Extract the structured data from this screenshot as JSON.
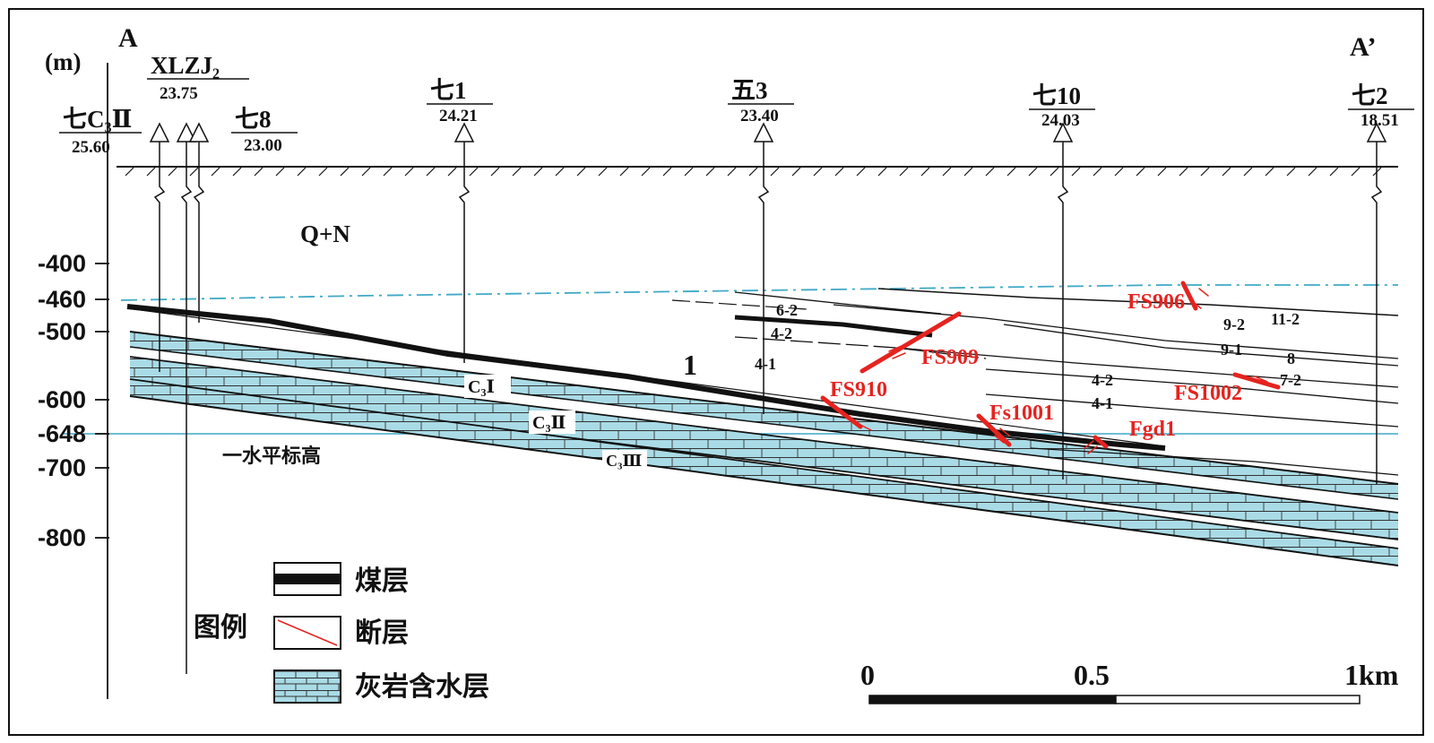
{
  "section": {
    "end_left": "A",
    "end_right": "A’",
    "unit": "(m)",
    "formation": "Q+N",
    "level_marker": "一水平标高",
    "main_seam": "1"
  },
  "depth_ticks": [
    "-400",
    "-460",
    "-500",
    "-600",
    "-648",
    "-700",
    "-800"
  ],
  "boreholes": [
    {
      "name": "七C₃Ⅱ",
      "elev": "25.60"
    },
    {
      "name": "XLZJ₂",
      "elev": "23.75"
    },
    {
      "name": "七8",
      "elev": "23.00"
    },
    {
      "name": "七1",
      "elev": "24.21"
    },
    {
      "name": "五3",
      "elev": "23.40"
    },
    {
      "name": "七10",
      "elev": "24.03"
    },
    {
      "name": "七2",
      "elev": "18.51"
    }
  ],
  "aquifers": [
    "C₃Ⅰ",
    "C₃Ⅱ",
    "C₃Ⅲ"
  ],
  "seam_labels": [
    "6-2",
    "4-2",
    "4-1",
    "9-2",
    "11-2",
    "9-1",
    "8",
    "4-2",
    "4-1",
    "7-2"
  ],
  "faults": [
    "FS906",
    "FS909",
    "FS910",
    "Fs1001",
    "FS1002",
    "Fgd1"
  ],
  "legend": {
    "title": "图例",
    "coal": "煤层",
    "fault": "断层",
    "aquifer": "灰岩含水层"
  },
  "scale": {
    "ticks": [
      "0",
      "0.5",
      "1km"
    ]
  },
  "colors": {
    "fault": "#e5231f",
    "aquifer": "#a9dbe6",
    "water_level": "#3fa9c6",
    "line": "#111111"
  }
}
